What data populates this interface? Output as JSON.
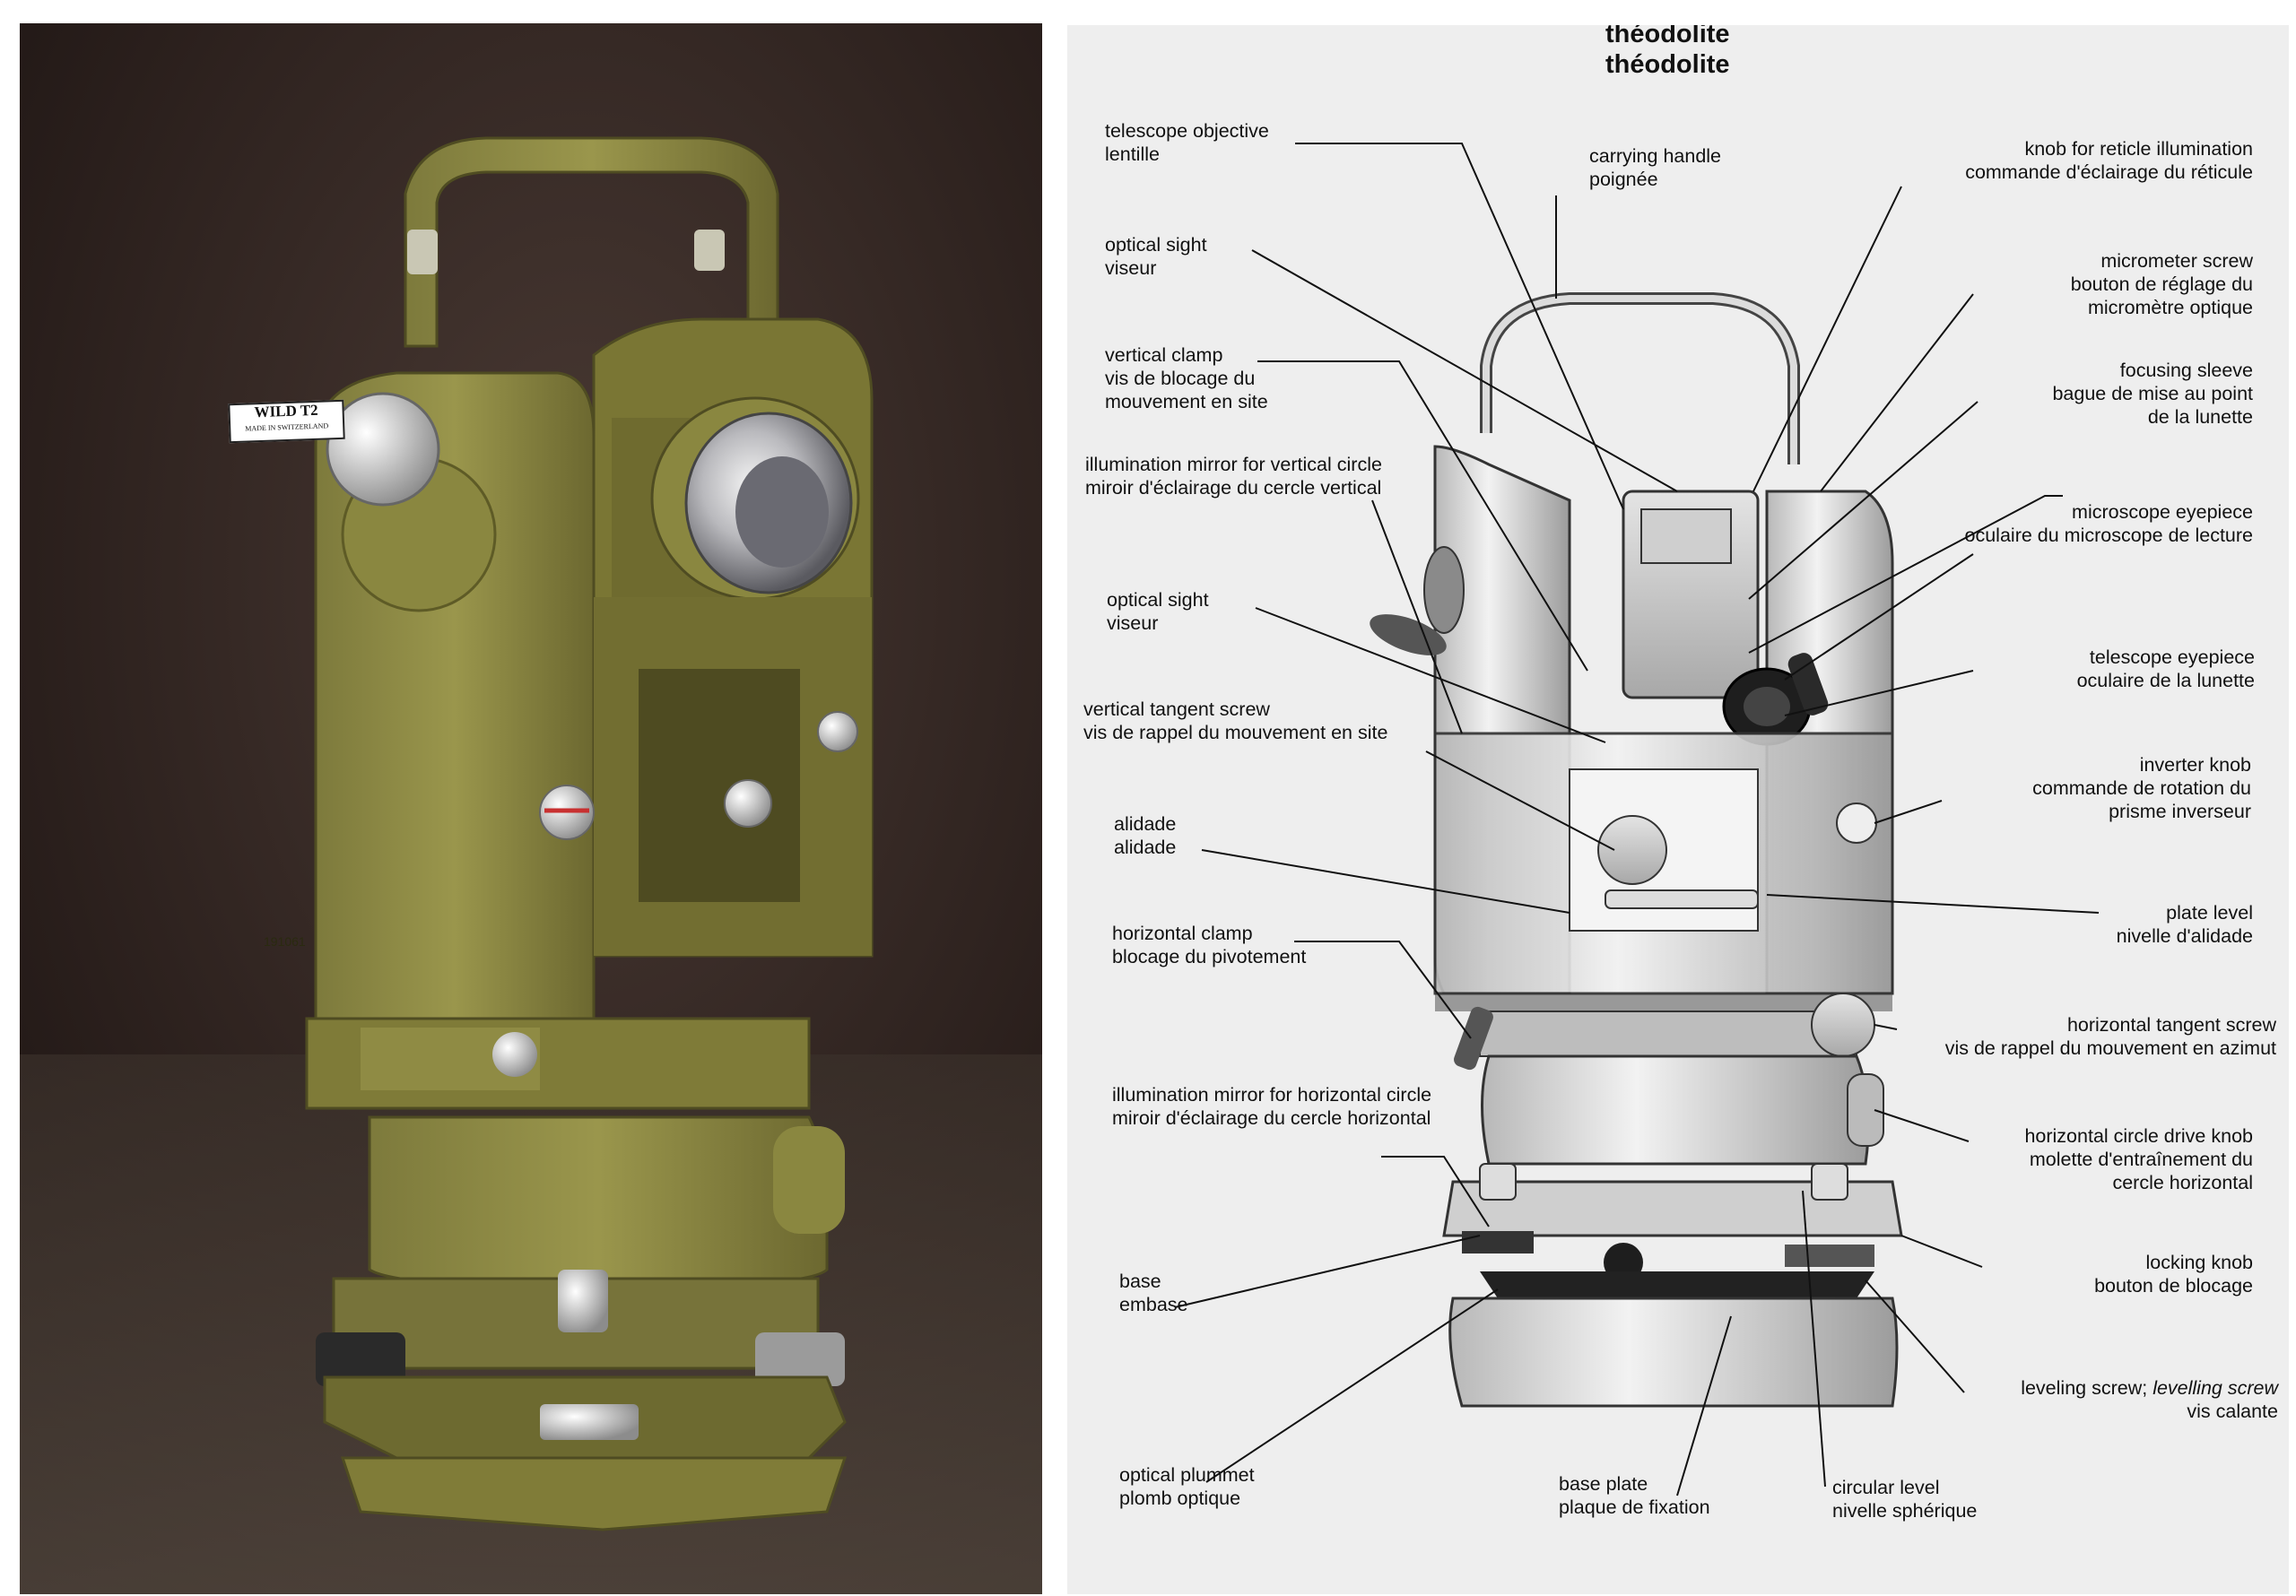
{
  "photo": {
    "plate_brand": "WILD T2",
    "plate_sub": "MADE IN SWITZERLAND",
    "serial": "191061"
  },
  "diagram": {
    "title_top": "théodolite",
    "title": "théodolite",
    "labels_left": [
      {
        "en": "telescope objective",
        "fr": "lentille"
      },
      {
        "en": "optical sight",
        "fr": "viseur"
      },
      {
        "en": "vertical clamp",
        "fr": "vis de blocage du",
        "fr2": "mouvement en site"
      },
      {
        "en": "illumination mirror for vertical circle",
        "fr": "miroir d'éclairage du cercle vertical"
      },
      {
        "en": "optical sight",
        "fr": "viseur"
      },
      {
        "en": "vertical tangent screw",
        "fr": "vis de rappel du mouvement en site"
      },
      {
        "en": "alidade",
        "fr": "alidade"
      },
      {
        "en": "horizontal clamp",
        "fr": "blocage du pivotement"
      },
      {
        "en": "illumination mirror for horizontal circle",
        "fr": "miroir d'éclairage du cercle horizontal"
      },
      {
        "en": "base",
        "fr": "embase"
      },
      {
        "en": "optical plummet",
        "fr": "plomb optique"
      }
    ],
    "label_top": {
      "en": "carrying handle",
      "fr": "poignée"
    },
    "labels_right": [
      {
        "en": "knob for reticle illumination",
        "fr": "commande d'éclairage du réticule"
      },
      {
        "en": "micrometer screw",
        "fr": "bouton de réglage du",
        "fr2": "micromètre optique"
      },
      {
        "en": "focusing sleeve",
        "fr": "bague de mise au point",
        "fr2": "de la lunette"
      },
      {
        "en": "microscope eyepiece",
        "fr": "oculaire du microscope de lecture"
      },
      {
        "en": "telescope eyepiece",
        "fr": "oculaire de la lunette"
      },
      {
        "en": "inverter knob",
        "fr": "commande de rotation du",
        "fr2": "prisme inverseur"
      },
      {
        "en": "plate level",
        "fr": "nivelle d'alidade"
      },
      {
        "en": "horizontal tangent screw",
        "fr": "vis de rappel du mouvement en azimut"
      },
      {
        "en": "horizontal circle drive knob",
        "fr": "molette d'entraînement du",
        "fr2": "cercle horizontal"
      },
      {
        "en": "locking knob",
        "fr": "bouton de blocage"
      },
      {
        "en": "leveling screw;",
        "en_it": "levelling screw",
        "fr": "vis calante"
      }
    ],
    "labels_bottom": [
      {
        "en": "base plate",
        "fr": "plaque de fixation"
      },
      {
        "en": "circular level",
        "fr": "nivelle sphérique"
      }
    ]
  }
}
